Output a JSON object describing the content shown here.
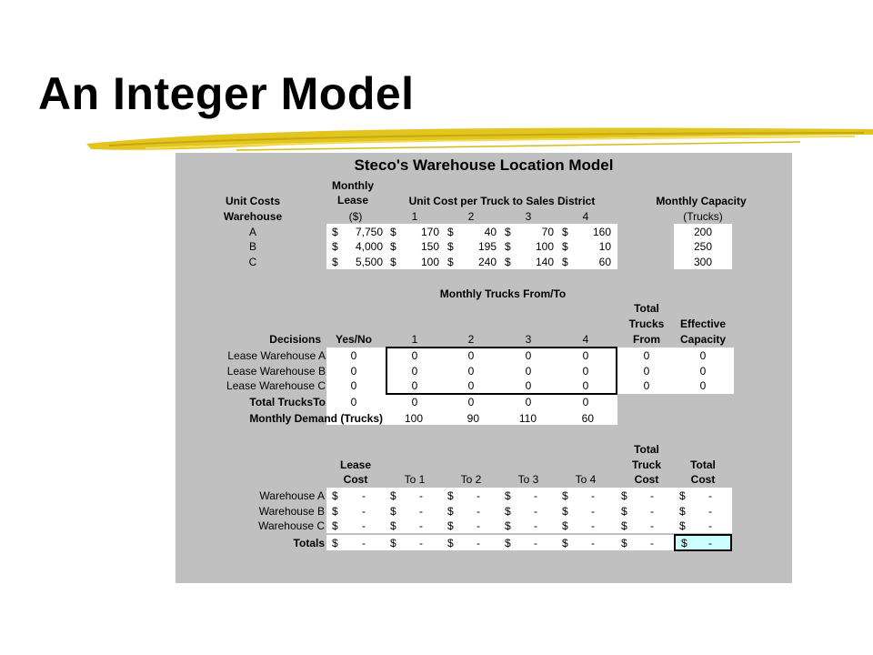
{
  "slide": {
    "title": "An Integer Model"
  },
  "sheet": {
    "title": "Steco's Warehouse Location Model",
    "costs": {
      "h_monthly": "Monthly",
      "h_lease": "Lease",
      "h_unit_costs": "Unit Costs",
      "h_unit_cost_per_truck": "Unit Cost per Truck to Sales District",
      "h_monthly_capacity": "Monthly Capacity",
      "h_warehouse": "Warehouse",
      "h_dollars": "($)",
      "h_trucks_paren": "(Trucks)",
      "districts": [
        "1",
        "2",
        "3",
        "4"
      ],
      "currency": "$",
      "rows": [
        {
          "name": "A",
          "lease": "7,750",
          "costs": [
            "170",
            "40",
            "70",
            "160"
          ],
          "capacity": "200"
        },
        {
          "name": "B",
          "lease": "4,000",
          "costs": [
            "150",
            "195",
            "100",
            "10"
          ],
          "capacity": "250"
        },
        {
          "name": "C",
          "lease": "5,500",
          "costs": [
            "100",
            "240",
            "140",
            "60"
          ],
          "capacity": "300"
        }
      ]
    },
    "decisions": {
      "h_monthly_trucks": "Monthly Trucks From/To",
      "h_total": "Total",
      "h_trucks": "Trucks",
      "h_from": "From",
      "h_effective": "Effective",
      "h_capacity": "Capacity",
      "h_decisions": "Decisions",
      "h_yesno": "Yes/No",
      "districts": [
        "1",
        "2",
        "3",
        "4"
      ],
      "rows": [
        {
          "label": "Lease Warehouse A",
          "yesno": "0",
          "trucks": [
            "0",
            "0",
            "0",
            "0"
          ],
          "total_from": "0",
          "effective": "0"
        },
        {
          "label": "Lease Warehouse B",
          "yesno": "0",
          "trucks": [
            "0",
            "0",
            "0",
            "0"
          ],
          "total_from": "0",
          "effective": "0"
        },
        {
          "label": "Lease Warehouse C",
          "yesno": "0",
          "trucks": [
            "0",
            "0",
            "0",
            "0"
          ],
          "total_from": "0",
          "effective": "0"
        }
      ],
      "total_to_label": "Total TrucksTo",
      "total_to": [
        "0",
        "0",
        "0",
        "0"
      ],
      "total_to_yesno": "0",
      "demand_label": "Monthly Demand (Trucks)",
      "demand": [
        "100",
        "90",
        "110",
        "60"
      ]
    },
    "summary": {
      "h_total": "Total",
      "h_lease": "Lease",
      "h_truck": "Truck",
      "h_cost": "Cost",
      "h_lease_cost": "Cost",
      "h_to": [
        "To 1",
        "To 2",
        "To 3",
        "To 4"
      ],
      "h_truck_cost": "Cost",
      "h_total_cost_1": "Total",
      "h_total_cost_2": "Cost",
      "currency": "$",
      "dash": "-",
      "rows": [
        {
          "label": "Warehouse A"
        },
        {
          "label": "Warehouse B"
        },
        {
          "label": "Warehouse C"
        }
      ],
      "totals_label": "Totals"
    }
  }
}
